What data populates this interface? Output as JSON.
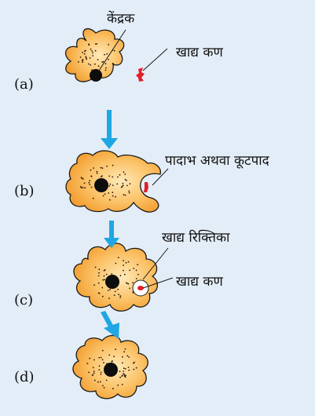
{
  "colors": {
    "background": "#e3edf8",
    "cell_fill": "#f6a534",
    "cell_light": "#ffe9b8",
    "cell_outline": "#1a1a1a",
    "nucleus": "#0d0d0d",
    "food": "#e11f26",
    "arrow": "#1ea7e2",
    "vacuole": "#ffffff"
  },
  "stages": [
    {
      "tag": "(a)"
    },
    {
      "tag": "(b)"
    },
    {
      "tag": "(c)"
    },
    {
      "tag": "(d)"
    }
  ],
  "labels": {
    "nucleus": "केंद्रक",
    "food_particle_a": "खाद्य कण",
    "pseudopodia": "पादाभ अथवा कूटपाद",
    "food_vacuole": "खाद्य रिक्तिका",
    "food_particle_c": "खाद्य कण"
  },
  "icons": [
    "down-arrow-icon"
  ]
}
